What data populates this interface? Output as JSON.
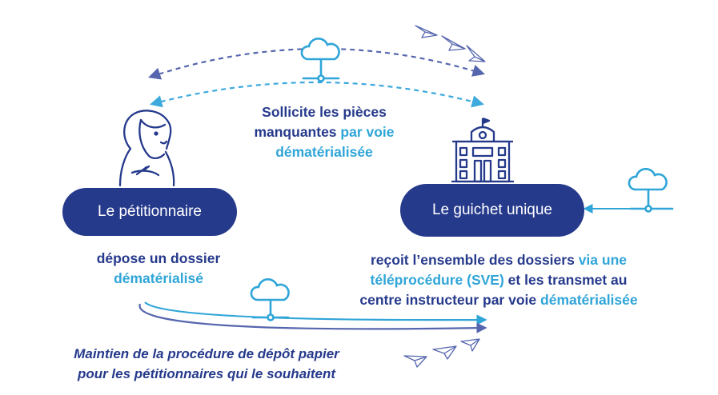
{
  "colors": {
    "navy": "#263A8C",
    "cyan": "#2FA5D8",
    "dash_dark": "#5666AE",
    "dash_light": "#3DA9DC"
  },
  "icons": [
    "cloud-network-icon",
    "person-icon",
    "town-hall-icon",
    "paper-plane-icon"
  ],
  "top_message": {
    "part1": "Sollicite  les pièces",
    "part2": "manquantes",
    "part3": "par voie",
    "part4": "dématérialisée"
  },
  "petitioner": {
    "label": "Le pétitionnaire",
    "desc_part1": "dépose un dossier",
    "desc_part2": "dématérialisé"
  },
  "guichet": {
    "label": "Le guichet unique",
    "desc_part1": "reçoit l’ensemble des dossiers",
    "desc_part2": "via une",
    "desc_part3": "téléprocédure (SVE)",
    "desc_part4": "et les transmet au",
    "desc_part5": "centre instructeur par voie",
    "desc_part6": "dématérialisée"
  },
  "paper_note": {
    "line1": "Maintien de la procédure de dépôt papier",
    "line2": "pour les pétitionnaires qui le souhaitent"
  }
}
